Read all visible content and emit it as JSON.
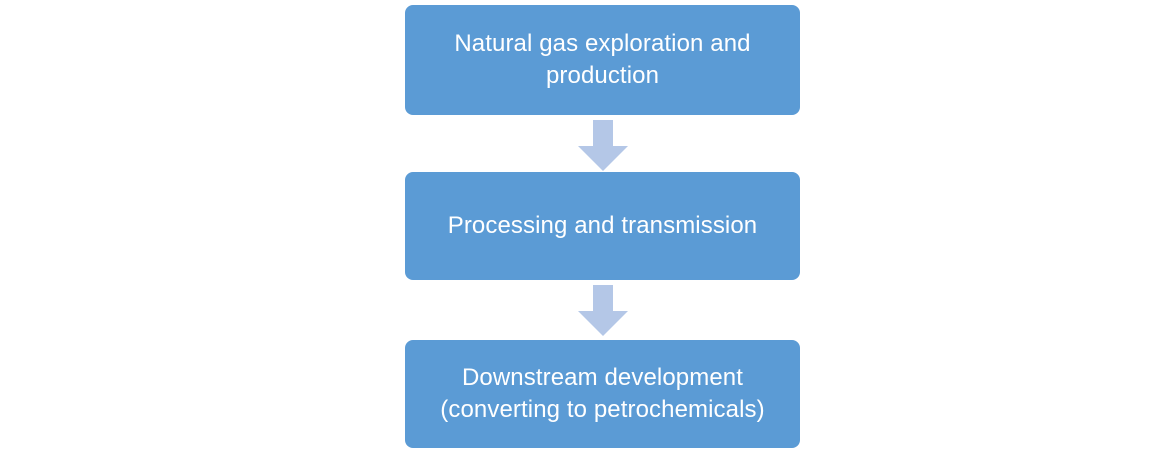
{
  "diagram": {
    "type": "vertical-flowchart",
    "orientation": "top-to-bottom",
    "background_color": "#FFFFFF",
    "box_fill_color": "#5B9BD5",
    "box_text_color": "#FFFFFF",
    "arrow_fill_color": "#B4C7E7",
    "steps": [
      {
        "id": "step-1",
        "label": "Natural gas exploration and production",
        "lines": [
          "Natural gas exploration and",
          "production"
        ]
      },
      {
        "id": "step-2",
        "label": "Processing and transmission",
        "lines": [
          "Processing and transmission"
        ]
      },
      {
        "id": "step-3",
        "label": "Downstream development (converting to petrochemicals)",
        "lines": [
          "Downstream development",
          "(converting to petrochemicals)"
        ]
      }
    ],
    "connectors": [
      {
        "id": "arrow-1",
        "icon": "down-arrow-icon",
        "from": "step-1",
        "to": "step-2"
      },
      {
        "id": "arrow-2",
        "icon": "down-arrow-icon",
        "from": "step-2",
        "to": "step-3"
      }
    ]
  }
}
